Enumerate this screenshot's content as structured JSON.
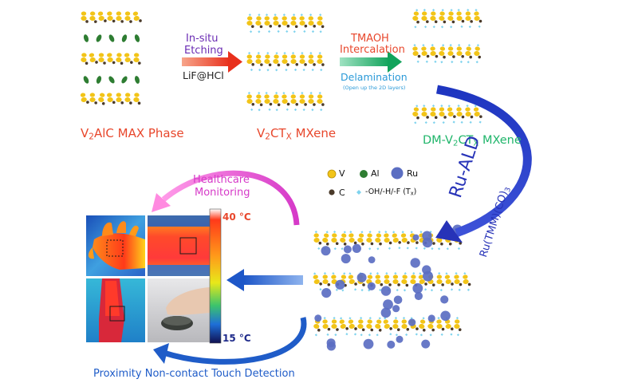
{
  "stages": {
    "max_phase": {
      "label": "V",
      "sub": "2",
      "rest": "AlC MAX Phase",
      "color": "#e8472c"
    },
    "mxene": {
      "label": "V",
      "sub": "2",
      "mid": "CT",
      "sub2": "X",
      "rest": " MXene",
      "color": "#e8472c"
    },
    "dm_mxene": {
      "label": "DM-V",
      "sub": "2",
      "mid": "CT",
      "sub2": "X",
      "rest": " MXene",
      "color": "#1fb56a"
    }
  },
  "steps": {
    "etching": {
      "line1": "In-situ",
      "line2": "Etching",
      "reagent": "LiF@HCl",
      "color": "#6a2bb3"
    },
    "intercalation": {
      "line1": "TMAOH",
      "line2": "Intercalation",
      "color": "#e8472c"
    },
    "delamination": {
      "line1": "Delamination",
      "note": "(Open up the 2D layers)",
      "color": "#2b9ad8"
    },
    "ald": {
      "title": "Ru-ALD",
      "precursor": "Ru(TMM)(CO)",
      "precursor_sub": "3",
      "color": "#2733b8"
    }
  },
  "legend": {
    "v": "V",
    "al": "Al",
    "ru": "Ru",
    "c": "C",
    "tx": "-OH/-H/-F (T",
    "tx_sub": "x",
    "tx_end": ")"
  },
  "applications": {
    "healthcare": {
      "line1": "Healthcare",
      "line2": "Monitoring",
      "color": "#d63ac8"
    },
    "proximity": {
      "label": "Proximity Non-contact Touch Detection",
      "color": "#1f5cc8"
    }
  },
  "colorbar": {
    "max": "40 °C",
    "min": "15 °C"
  },
  "colors": {
    "vanadium": "#f2c418",
    "aluminum": "#2e7d32",
    "ruthenium": "#5b6ec2",
    "carbon": "#4a3a2a",
    "terminal": "#7fd3ee",
    "arrow_red": "#e8472c",
    "arrow_green": "#22b573",
    "arrow_blue": "#1e63c8"
  }
}
